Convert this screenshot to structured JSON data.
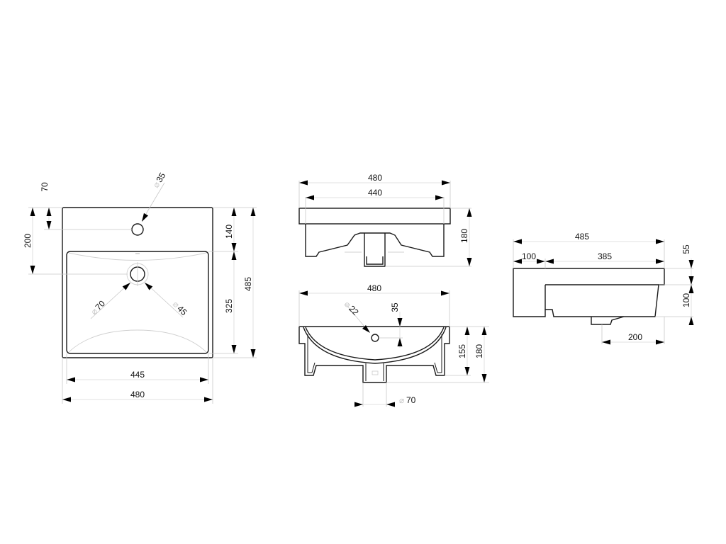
{
  "drawing": {
    "title": "Washbasin technical drawing",
    "units": "mm",
    "views": {
      "top_view": {
        "dimensions": {
          "overall_width": "480",
          "bowl_width": "445",
          "overall_depth": "485",
          "rear_to_bowl": "140",
          "bowl_depth": "325",
          "rear_to_tap_hole": "70",
          "rear_to_drain": "200"
        },
        "diameters": {
          "tap_hole_symbol": "⌀",
          "tap_hole": "35",
          "drain_outer_symbol": "⌀",
          "drain_outer": "70",
          "drain_inner_symbol": "⌀",
          "drain_inner": "45"
        }
      },
      "rear_view": {
        "dimensions": {
          "overall_width": "480",
          "inner_width": "440",
          "height": "180"
        }
      },
      "front_section": {
        "dimensions": {
          "overall_width": "480",
          "overflow_from_top": "35",
          "bowl_height": "155",
          "overall_height": "180"
        },
        "diameters": {
          "overflow_symbol": "⌀",
          "overflow": "22",
          "drain_symbol": "⌀",
          "drain": "70"
        }
      },
      "side_view": {
        "dimensions": {
          "overall_depth": "485",
          "rear_step": "100",
          "front_part": "385",
          "rim_height": "55",
          "body_height": "100",
          "drain_from_front": "200"
        }
      }
    },
    "colors": {
      "outline": "#1a1a1a",
      "dimension_line": "#d8d8d8",
      "arrow": "#000000",
      "text": "#111111"
    }
  }
}
